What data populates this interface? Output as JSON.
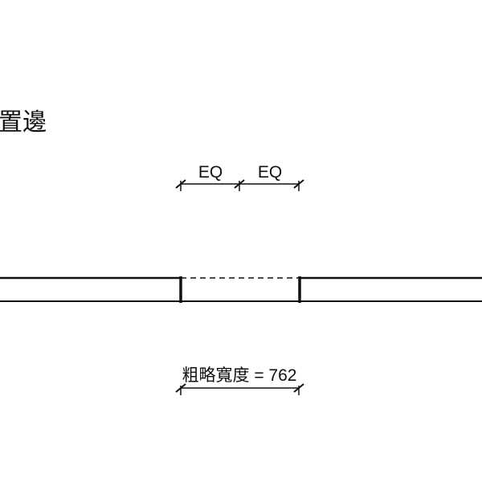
{
  "title": "置邊",
  "dimensions": {
    "eq_left": "EQ",
    "eq_right": "EQ",
    "rough_width": "粗略寬度 = 762"
  },
  "colors": {
    "line": "#111111",
    "background": "#ffffff"
  }
}
